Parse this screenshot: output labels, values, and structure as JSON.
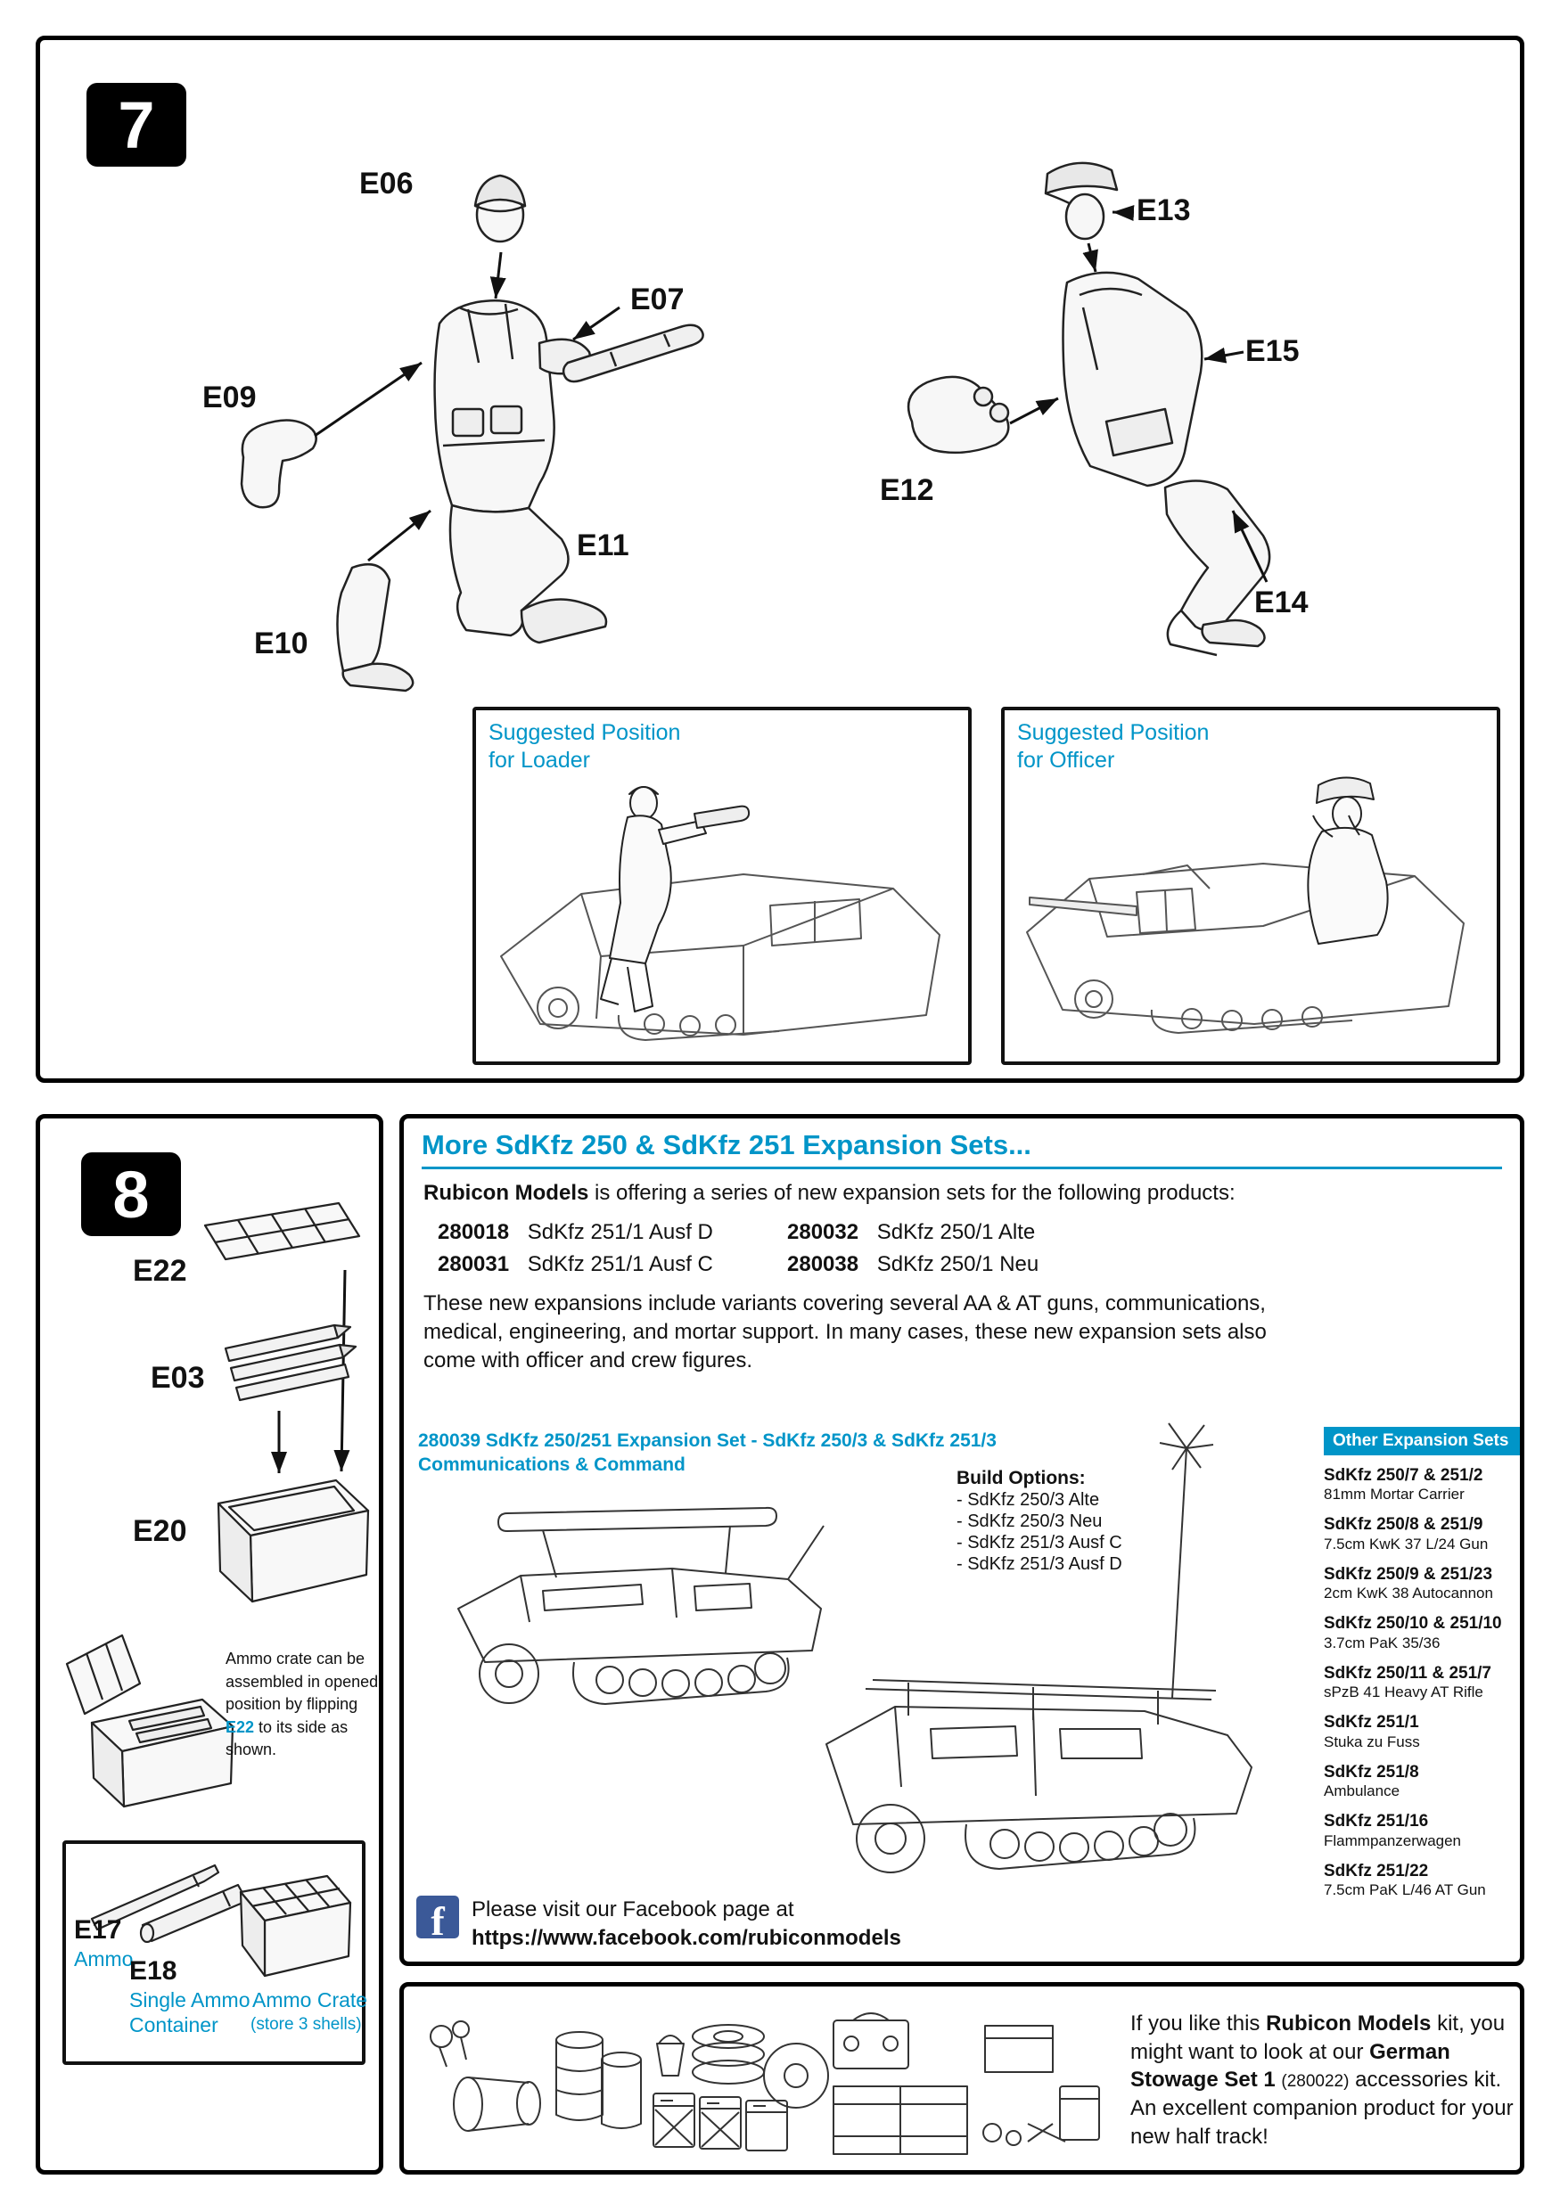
{
  "colors": {
    "accent": "#0095c8",
    "fb": "#3b5998"
  },
  "step7": {
    "number": "7",
    "labels": {
      "e06": "E06",
      "e07": "E07",
      "e09": "E09",
      "e10": "E10",
      "e11": "E11",
      "e12": "E12",
      "e13": "E13",
      "e14": "E14",
      "e15": "E15"
    },
    "loader_inset": {
      "line1": "Suggested Position",
      "line2": "for Loader"
    },
    "officer_inset": {
      "line1": "Suggested Position",
      "line2": "for Officer"
    }
  },
  "step8": {
    "number": "8",
    "labels": {
      "e22": "E22",
      "e03": "E03",
      "e20": "E20",
      "e17": "E17",
      "e18": "E18"
    },
    "captions": {
      "e17": "Ammo",
      "e18_line1": "Single Ammo",
      "e18_line2": "Container",
      "crate_line1": "Ammo Crate",
      "crate_line2": "(store 3 shells)"
    },
    "note": {
      "line1": "Ammo crate can be",
      "line2": "assembled in opened",
      "line3": "position by flipping",
      "line4_highlight": "E22",
      "line4_rest": " to its side as",
      "line5": "shown."
    }
  },
  "expansion": {
    "title": "More SdKfz 250 & SdKfz 251 Expansion Sets...",
    "intro_bold": "Rubicon Models",
    "intro_rest": " is offering a series of new expansion sets for the following products:",
    "products": [
      {
        "code": "280018",
        "name": "SdKfz 251/1 Ausf D"
      },
      {
        "code": "280031",
        "name": "SdKfz 251/1 Ausf C"
      },
      {
        "code": "280032",
        "name": "SdKfz 250/1 Alte"
      },
      {
        "code": "280038",
        "name": "SdKfz 250/1 Neu"
      }
    ],
    "body_line1": "These new expansions include variants covering several AA & AT guns, communications,",
    "body_line2": "medical, engineering, and mortar support.  In many cases, these new expansion sets also",
    "body_line3": "come with officer and crew figures.",
    "set_title_line1": "280039 SdKfz 250/251 Expansion Set - SdKfz 250/3 & SdKfz 251/3",
    "set_title_line2": "Communications & Command",
    "build_options_title": "Build Options:",
    "build_options": [
      "- SdKfz 250/3 Alte",
      "- SdKfz 250/3 Neu",
      "- SdKfz 251/3 Ausf C",
      "- SdKfz 251/3 Ausf D"
    ],
    "other_sets_title": "Other Expansion Sets",
    "other_sets": [
      {
        "name": "SdKfz 250/7 & 251/2",
        "desc": "81mm Mortar Carrier"
      },
      {
        "name": "SdKfz 250/8 & 251/9",
        "desc": "7.5cm KwK 37 L/24 Gun"
      },
      {
        "name": "SdKfz 250/9 & 251/23",
        "desc": "2cm KwK 38 Autocannon"
      },
      {
        "name": "SdKfz 250/10 & 251/10",
        "desc": "3.7cm PaK 35/36"
      },
      {
        "name": "SdKfz 250/11 & 251/7",
        "desc": "sPzB 41 Heavy AT Rifle"
      },
      {
        "name": "SdKfz 251/1",
        "desc": "Stuka zu Fuss"
      },
      {
        "name": "SdKfz 251/8",
        "desc": "Ambulance"
      },
      {
        "name": "SdKfz 251/16",
        "desc": "Flammpanzerwagen"
      },
      {
        "name": "SdKfz 251/22",
        "desc": "7.5cm PaK L/46 AT Gun"
      }
    ],
    "facebook": {
      "icon": "f",
      "line1": "Please visit our Facebook page at",
      "line2": "https://www.facebook.com/rubiconmodels"
    }
  },
  "stowage": {
    "seg1": "If you like this ",
    "bold1": "Rubicon Models",
    "seg2": " kit, you might want to look at our ",
    "bold2": "German Stowage Set 1",
    "code": "(280022)",
    "seg3": " accessories kit. An excellent companion product for your new half track!"
  }
}
